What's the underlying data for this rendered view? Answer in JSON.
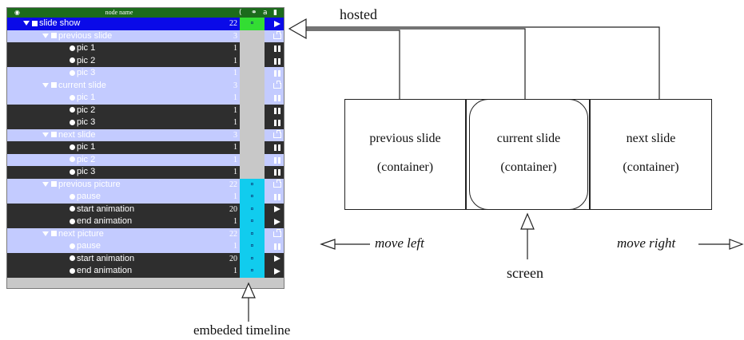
{
  "tree": {
    "header": {
      "eye_icon": "eye-icon",
      "column": "node name",
      "icon_labels": [
        "(",
        "a"
      ]
    },
    "rows": [
      {
        "name": "slide show",
        "indent": 1,
        "marker": "square",
        "expand": true,
        "num": "22",
        "style": "sel",
        "timeline": "green",
        "status": "play"
      },
      {
        "name": "previous slide",
        "indent": 2,
        "marker": "square",
        "expand": true,
        "num": "3",
        "style": "l",
        "timeline": "gray",
        "status": "container"
      },
      {
        "name": "pic 1",
        "indent": 3,
        "marker": "dot",
        "expand": false,
        "num": "1",
        "style": "d",
        "timeline": "gray",
        "status": "pause"
      },
      {
        "name": "pic 2",
        "indent": 3,
        "marker": "dot",
        "expand": false,
        "num": "1",
        "style": "d",
        "timeline": "gray",
        "status": "pause"
      },
      {
        "name": "pic 3",
        "indent": 3,
        "marker": "dot",
        "expand": false,
        "num": "1",
        "style": "l",
        "timeline": "gray",
        "status": "pause"
      },
      {
        "name": "current slide",
        "indent": 2,
        "marker": "square",
        "expand": true,
        "num": "3",
        "style": "l",
        "timeline": "gray",
        "status": "container"
      },
      {
        "name": "pic 1",
        "indent": 3,
        "marker": "dot",
        "expand": false,
        "num": "1",
        "style": "l",
        "timeline": "gray",
        "status": "pause"
      },
      {
        "name": "pic 2",
        "indent": 3,
        "marker": "dot",
        "expand": false,
        "num": "1",
        "style": "d",
        "timeline": "gray",
        "status": "pause"
      },
      {
        "name": "pic 3",
        "indent": 3,
        "marker": "dot",
        "expand": false,
        "num": "1",
        "style": "d",
        "timeline": "gray",
        "status": "pause"
      },
      {
        "name": "next slide",
        "indent": 2,
        "marker": "square",
        "expand": true,
        "num": "3",
        "style": "l",
        "timeline": "gray",
        "status": "container"
      },
      {
        "name": "pic 1",
        "indent": 3,
        "marker": "dot",
        "expand": false,
        "num": "1",
        "style": "d",
        "timeline": "gray",
        "status": "pause"
      },
      {
        "name": "pic 2",
        "indent": 3,
        "marker": "dot",
        "expand": false,
        "num": "1",
        "style": "l",
        "timeline": "gray",
        "status": "pause"
      },
      {
        "name": "pic 3",
        "indent": 3,
        "marker": "dot",
        "expand": false,
        "num": "1",
        "style": "d",
        "timeline": "gray",
        "status": "pause"
      },
      {
        "name": "previous picture",
        "indent": 2,
        "marker": "square",
        "expand": true,
        "num": "22",
        "style": "l",
        "timeline": "cyan",
        "status": "container"
      },
      {
        "name": "pause",
        "indent": 3,
        "marker": "dot",
        "expand": false,
        "num": "1",
        "style": "l",
        "timeline": "cyan",
        "status": "pause"
      },
      {
        "name": "start animation",
        "indent": 3,
        "marker": "dot",
        "expand": false,
        "num": "20",
        "style": "d",
        "timeline": "cyan",
        "status": "play"
      },
      {
        "name": "end animation",
        "indent": 3,
        "marker": "dot",
        "expand": false,
        "num": "1",
        "style": "d",
        "timeline": "cyan",
        "status": "play"
      },
      {
        "name": "next picture",
        "indent": 2,
        "marker": "square",
        "expand": true,
        "num": "22",
        "style": "l",
        "timeline": "cyan",
        "status": "container"
      },
      {
        "name": "pause",
        "indent": 3,
        "marker": "dot",
        "expand": false,
        "num": "1",
        "style": "l",
        "timeline": "cyan",
        "status": "pause"
      },
      {
        "name": "start animation",
        "indent": 3,
        "marker": "dot",
        "expand": false,
        "num": "20",
        "style": "d",
        "timeline": "cyan",
        "status": "play"
      },
      {
        "name": "end animation",
        "indent": 3,
        "marker": "dot",
        "expand": false,
        "num": "1",
        "style": "d",
        "timeline": "cyan",
        "status": "play"
      }
    ]
  },
  "colors": {
    "header": "#1c6b1c",
    "selected": "#0a0ae8",
    "light_row": "#c3cbff",
    "dark_row": "#2e2e2e",
    "timeline_green": "#33dd33",
    "timeline_cyan": "#11ccee",
    "timeline_gray": "#c8c8c8"
  },
  "diagram": {
    "hosted_label": "hosted",
    "timeline_label": "embeded timeline",
    "move_left": "move left",
    "move_right": "move right",
    "screen_label": "screen",
    "boxes": [
      {
        "line1": "previous slide",
        "line2": "(container)"
      },
      {
        "line1": "current slide",
        "line2": "(container)"
      },
      {
        "line1": "next slide",
        "line2": "(container)"
      }
    ]
  }
}
